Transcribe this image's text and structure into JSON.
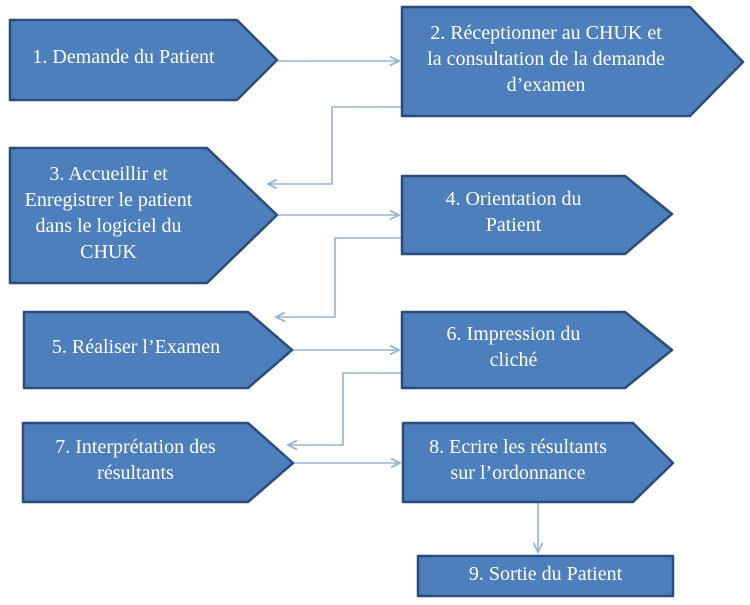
{
  "diagram": {
    "type": "flowchart",
    "background": "#ffffff",
    "colors": {
      "node_fill": "#4d7fbd",
      "node_border": "#2c4d79",
      "node_text": "#ffffff",
      "connector": "#95b3d7"
    },
    "nodes": [
      {
        "id": "1",
        "shape": "arrow-pentagon",
        "label": "1. Demande du Patient"
      },
      {
        "id": "2",
        "shape": "arrow-pentagon",
        "label": "2. Réceptionner au CHUK et\nla consultation de la demande\nd’examen"
      },
      {
        "id": "3",
        "shape": "arrow-pentagon",
        "label": "3. Accueillir et\nEnregistrer le patient\ndans le logiciel du\nCHUK"
      },
      {
        "id": "4",
        "shape": "arrow-pentagon",
        "label": "4. Orientation du\nPatient"
      },
      {
        "id": "5",
        "shape": "arrow-pentagon",
        "label": "5. Réaliser l’Examen"
      },
      {
        "id": "6",
        "shape": "arrow-pentagon",
        "label": "6. Impression du\ncliché"
      },
      {
        "id": "7",
        "shape": "arrow-pentagon",
        "label": "7. Interprétation des\nrésultants"
      },
      {
        "id": "8",
        "shape": "arrow-pentagon",
        "label": "8. Ecrire les résultants\nsur l’ordonnance"
      },
      {
        "id": "9",
        "shape": "rectangle",
        "label": "9. Sortie du Patient"
      }
    ],
    "edges": [
      {
        "from": "1",
        "to": "2"
      },
      {
        "from": "2",
        "to": "3"
      },
      {
        "from": "3",
        "to": "4"
      },
      {
        "from": "4",
        "to": "5"
      },
      {
        "from": "5",
        "to": "6"
      },
      {
        "from": "6",
        "to": "7"
      },
      {
        "from": "7",
        "to": "8"
      },
      {
        "from": "8",
        "to": "9"
      }
    ]
  }
}
